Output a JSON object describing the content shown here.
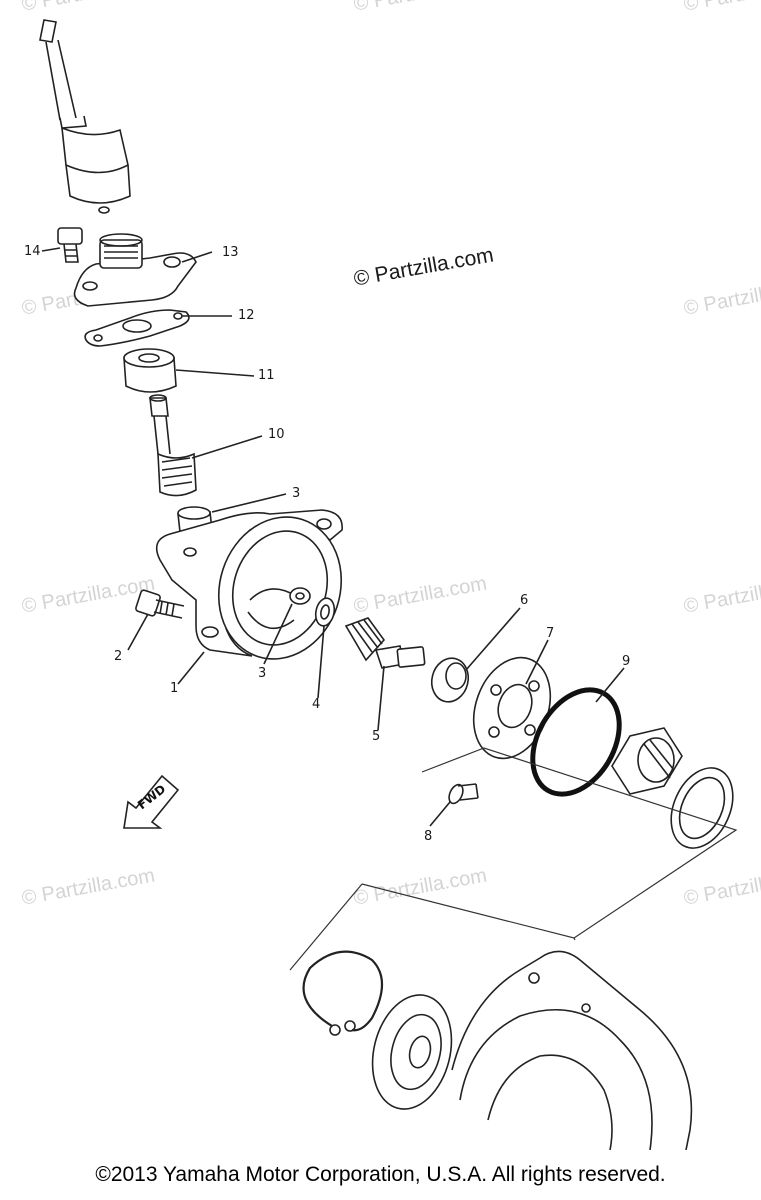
{
  "watermarks": {
    "text": "© Partzilla.com",
    "items": [
      "© Partzilla.com",
      "© Partzilla.com",
      "© Partzilla.com",
      "© Partzilla.com",
      "© Partzilla.com",
      "© Partzilla.com",
      "© Partzilla.com",
      "© Partzilla.com",
      "© Partzilla.com",
      "© Partzilla.com",
      "© Partzilla.com",
      "© Partzilla.com"
    ]
  },
  "brand_mark": "© Partzilla.com",
  "callouts": {
    "c14": "14",
    "c13": "13",
    "c12": "12",
    "c11": "11",
    "c10": "10",
    "c3a": "3",
    "c2": "2",
    "c1": "1",
    "c3b": "3",
    "c4": "4",
    "c5": "5",
    "c6": "6",
    "c7": "7",
    "c9": "9",
    "c8": "8"
  },
  "fwd_label": "FWD",
  "footer": "©2013 Yamaha Motor Corporation, U.S.A. All rights reserved.",
  "colors": {
    "line": "#222222",
    "watermark": "#d4d4d4",
    "background": "#ffffff"
  }
}
